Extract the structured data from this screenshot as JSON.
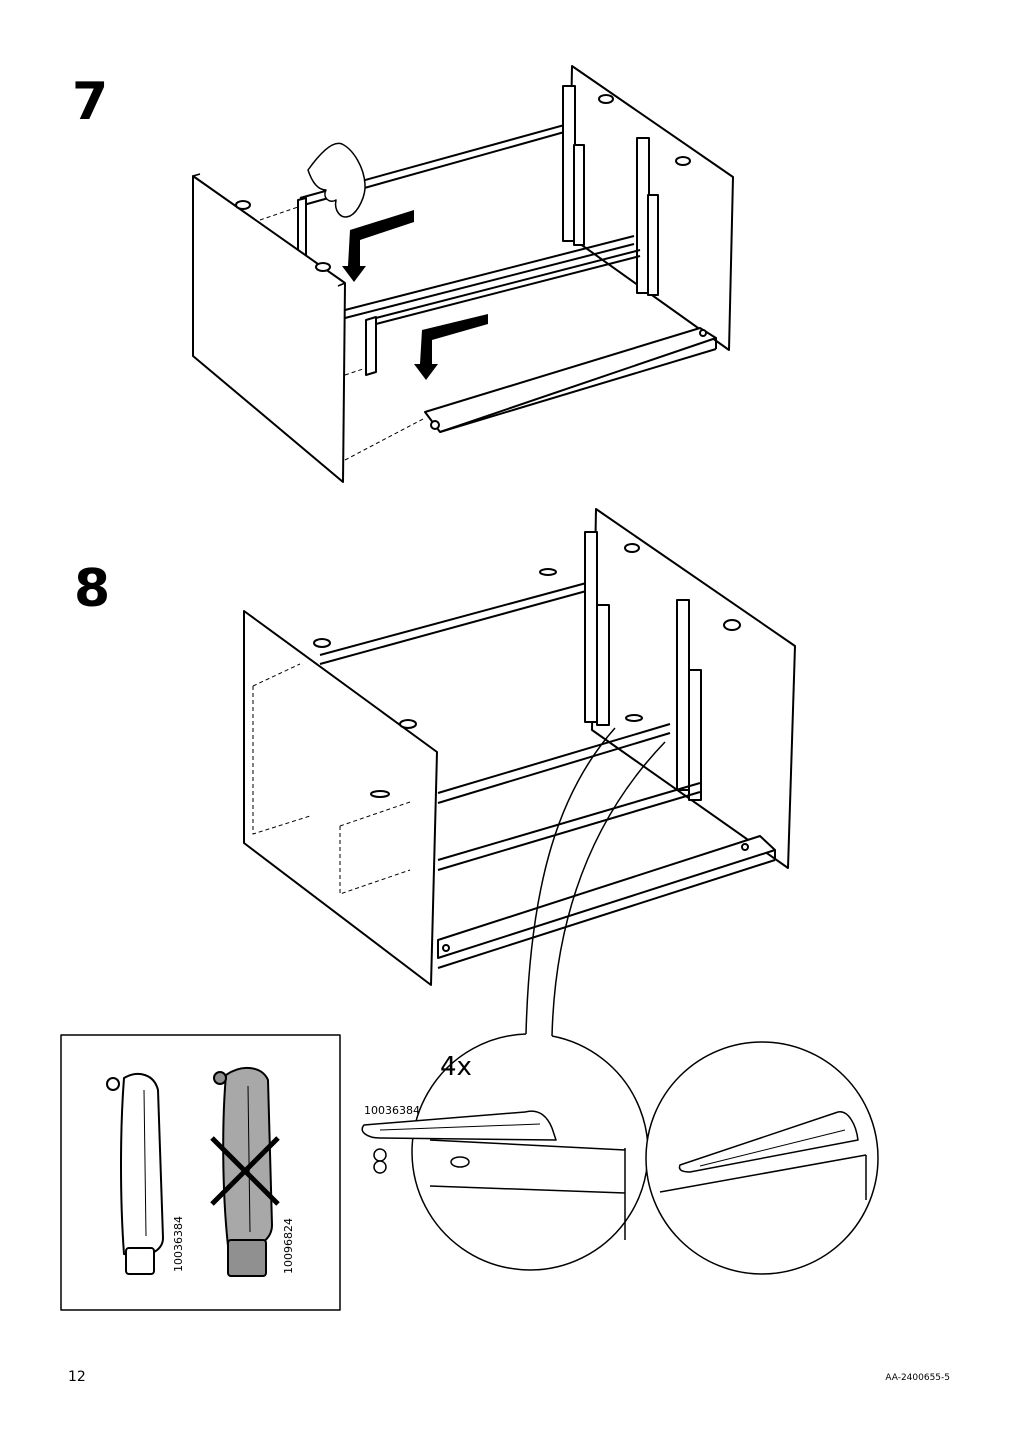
{
  "steps": {
    "step7": "7",
    "step8": "8"
  },
  "detail": {
    "quantity": "4x",
    "part_number": "10036384"
  },
  "comparison": {
    "correct_part": "10036384",
    "wrong_part": "10096824"
  },
  "footer": {
    "page_number": "12",
    "document_id": "AA-2400655-5"
  },
  "icons": [
    "hand-icon",
    "arrow-down-icon",
    "cross-mark-icon"
  ]
}
